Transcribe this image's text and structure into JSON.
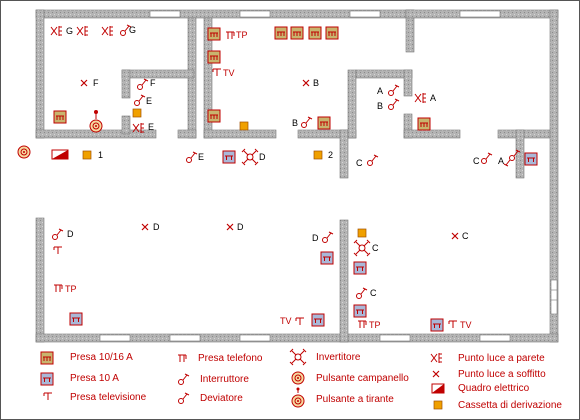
{
  "legend": {
    "presa_10_16": "Presa 10/16 A",
    "presa_10": "Presa 10 A",
    "presa_tv": "Presa televisione",
    "presa_telefono": "Presa telefono",
    "interruttore": "Interruttore",
    "deviatore": "Deviatore",
    "invertitore": "Invertitore",
    "pulsante_campanello": "Pulsante campanello",
    "pulsante_tirante": "Pulsante a tirante",
    "punto_luce_parete": "Punto luce a parete",
    "punto_luce_soffitto": "Punto luce a soffitto",
    "quadro_elettrico": "Quadro elettrico",
    "cassetta_derivazione": "Cassetta di derivazione"
  },
  "labels": {
    "G": "G",
    "F": "F",
    "E": "E",
    "D": "D",
    "C": "C",
    "B": "B",
    "A": "A",
    "one": "1",
    "two": "2",
    "TP": "TP",
    "TV": "TV"
  },
  "colors": {
    "wall": "#a8a8a8",
    "socket_fill": "#c8b46e",
    "socket10_fill": "#a9b8d8",
    "symbol": "#c00000",
    "box": "#f0a000"
  }
}
